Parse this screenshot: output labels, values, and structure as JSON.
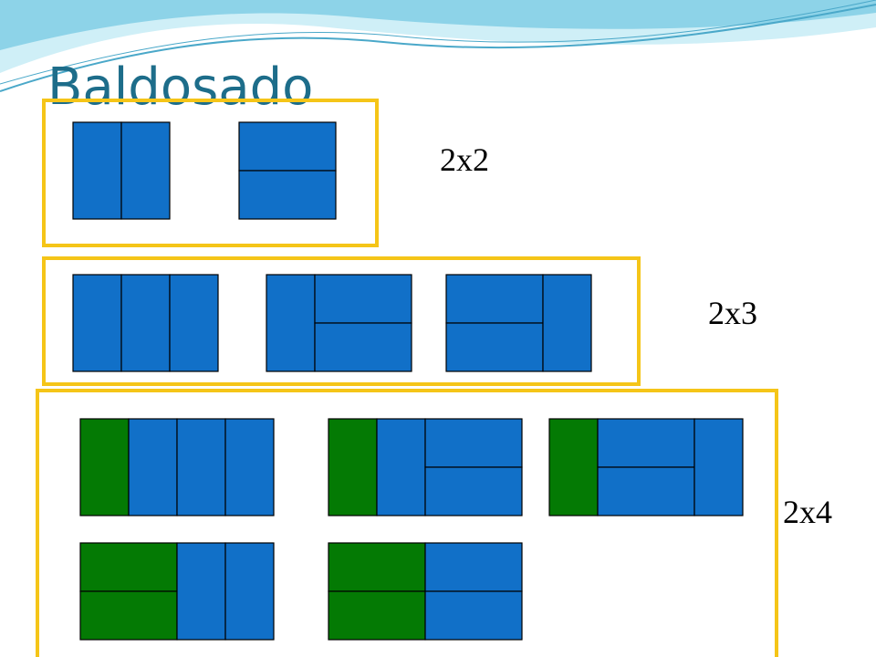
{
  "title": "Baldosado",
  "colors": {
    "title": "#1d6d8a",
    "frame": "#f5c518",
    "tile_blue": "#1170c8",
    "tile_green": "#047a04",
    "tile_stroke": "#000000",
    "wave_light": "#cfeff7",
    "wave_mid": "#8dd3e8",
    "wave_dark": "#4aa8c9"
  },
  "groups": [
    {
      "label": "2x2",
      "tilings": [
        {
          "tiles": [
            {
              "c": 0,
              "r": 0,
              "w": 1,
              "h": 2,
              "color": "blue"
            },
            {
              "c": 1,
              "r": 0,
              "w": 1,
              "h": 2,
              "color": "blue"
            }
          ]
        },
        {
          "tiles": [
            {
              "c": 0,
              "r": 0,
              "w": 2,
              "h": 1,
              "color": "blue"
            },
            {
              "c": 0,
              "r": 1,
              "w": 2,
              "h": 1,
              "color": "blue"
            }
          ]
        }
      ]
    },
    {
      "label": "2x3",
      "tilings": [
        {
          "tiles": [
            {
              "c": 0,
              "r": 0,
              "w": 1,
              "h": 2,
              "color": "blue"
            },
            {
              "c": 1,
              "r": 0,
              "w": 1,
              "h": 2,
              "color": "blue"
            },
            {
              "c": 2,
              "r": 0,
              "w": 1,
              "h": 2,
              "color": "blue"
            }
          ]
        },
        {
          "tiles": [
            {
              "c": 0,
              "r": 0,
              "w": 1,
              "h": 2,
              "color": "blue"
            },
            {
              "c": 1,
              "r": 0,
              "w": 2,
              "h": 1,
              "color": "blue"
            },
            {
              "c": 1,
              "r": 1,
              "w": 2,
              "h": 1,
              "color": "blue"
            }
          ]
        },
        {
          "tiles": [
            {
              "c": 0,
              "r": 0,
              "w": 2,
              "h": 1,
              "color": "blue"
            },
            {
              "c": 0,
              "r": 1,
              "w": 2,
              "h": 1,
              "color": "blue"
            },
            {
              "c": 2,
              "r": 0,
              "w": 1,
              "h": 2,
              "color": "blue"
            }
          ]
        }
      ]
    },
    {
      "label": "2x4",
      "tilings": [
        {
          "tiles": [
            {
              "c": 0,
              "r": 0,
              "w": 1,
              "h": 2,
              "color": "green"
            },
            {
              "c": 1,
              "r": 0,
              "w": 1,
              "h": 2,
              "color": "blue"
            },
            {
              "c": 2,
              "r": 0,
              "w": 1,
              "h": 2,
              "color": "blue"
            },
            {
              "c": 3,
              "r": 0,
              "w": 1,
              "h": 2,
              "color": "blue"
            }
          ]
        },
        {
          "tiles": [
            {
              "c": 0,
              "r": 0,
              "w": 1,
              "h": 2,
              "color": "green"
            },
            {
              "c": 1,
              "r": 0,
              "w": 1,
              "h": 2,
              "color": "blue"
            },
            {
              "c": 2,
              "r": 0,
              "w": 2,
              "h": 1,
              "color": "blue"
            },
            {
              "c": 2,
              "r": 1,
              "w": 2,
              "h": 1,
              "color": "blue"
            }
          ]
        },
        {
          "tiles": [
            {
              "c": 0,
              "r": 0,
              "w": 1,
              "h": 2,
              "color": "green"
            },
            {
              "c": 1,
              "r": 0,
              "w": 2,
              "h": 1,
              "color": "blue"
            },
            {
              "c": 1,
              "r": 1,
              "w": 2,
              "h": 1,
              "color": "blue"
            },
            {
              "c": 3,
              "r": 0,
              "w": 1,
              "h": 2,
              "color": "blue"
            }
          ]
        },
        {
          "tiles": [
            {
              "c": 0,
              "r": 0,
              "w": 2,
              "h": 1,
              "color": "green"
            },
            {
              "c": 0,
              "r": 1,
              "w": 2,
              "h": 1,
              "color": "green"
            },
            {
              "c": 2,
              "r": 0,
              "w": 1,
              "h": 2,
              "color": "blue"
            },
            {
              "c": 3,
              "r": 0,
              "w": 1,
              "h": 2,
              "color": "blue"
            }
          ]
        },
        {
          "tiles": [
            {
              "c": 0,
              "r": 0,
              "w": 2,
              "h": 1,
              "color": "green"
            },
            {
              "c": 0,
              "r": 1,
              "w": 2,
              "h": 1,
              "color": "green"
            },
            {
              "c": 2,
              "r": 0,
              "w": 2,
              "h": 1,
              "color": "blue"
            },
            {
              "c": 2,
              "r": 1,
              "w": 2,
              "h": 1,
              "color": "blue"
            }
          ]
        }
      ]
    }
  ]
}
